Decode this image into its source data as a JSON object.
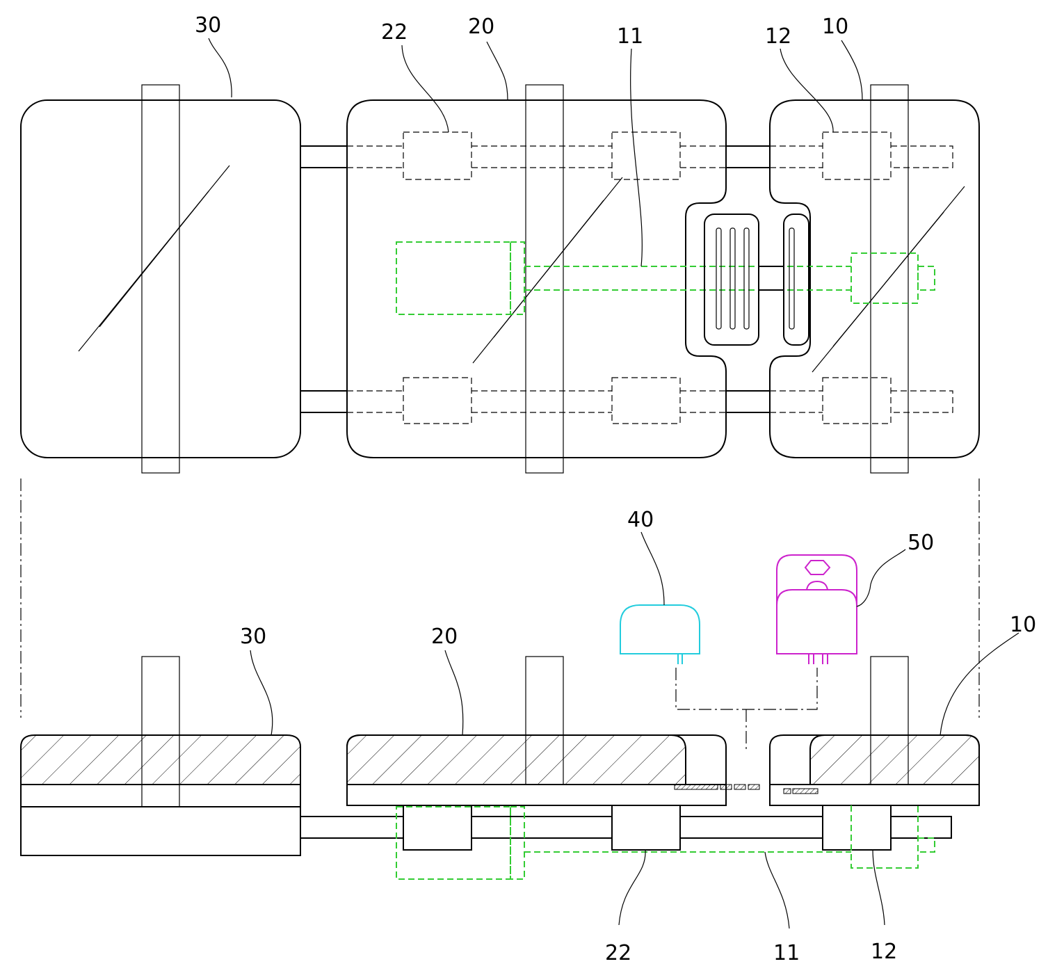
{
  "labels": {
    "top_30": "30",
    "top_22": "22",
    "top_20": "20",
    "top_11": "11",
    "top_12": "12",
    "top_10": "10",
    "mid_40": "40",
    "mid_50": "50",
    "side_30": "30",
    "side_20": "20",
    "side_10": "10",
    "bot_22": "22",
    "bot_11": "11",
    "bot_12": "12"
  },
  "colors": {
    "line": "#000000",
    "motor": "#33cc33",
    "module_40": "#22ccdd",
    "module_50": "#cc22cc"
  }
}
